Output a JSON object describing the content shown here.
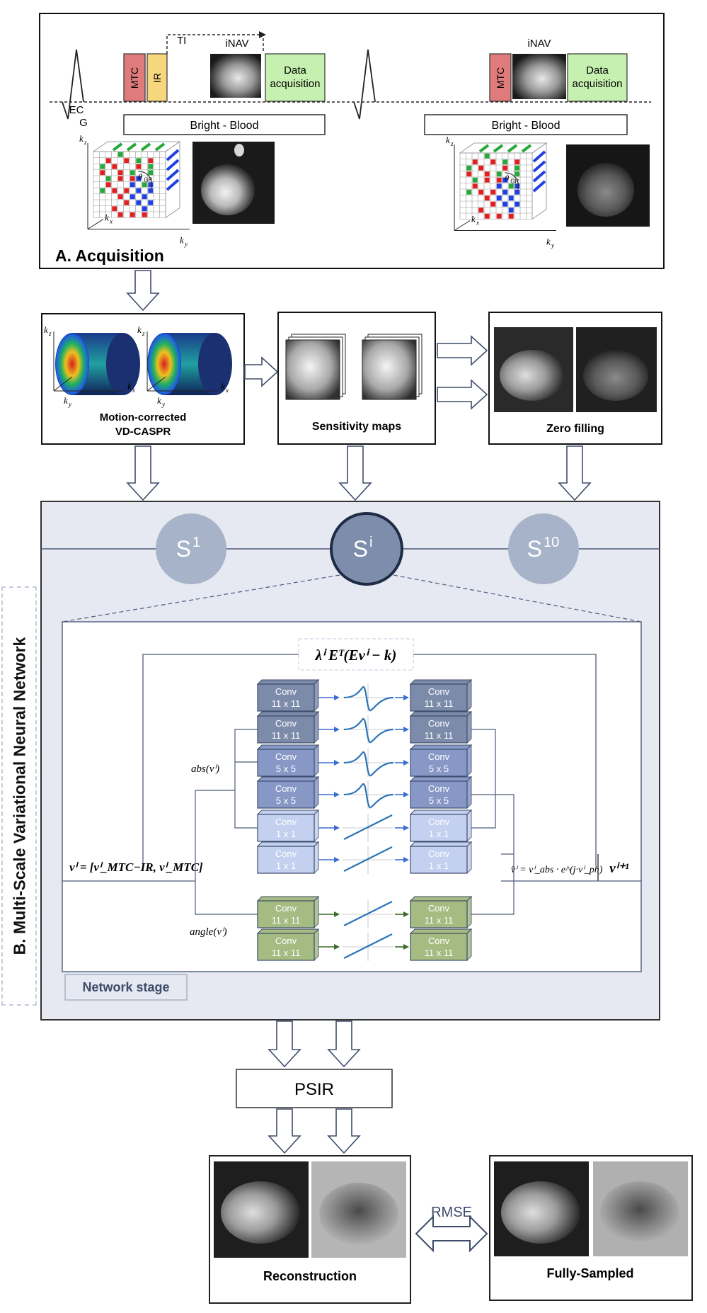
{
  "acquisition": {
    "title": "A. Acquisition",
    "ti_label": "TI",
    "inav_label": "iNAV",
    "inav_label_right": "iNAV",
    "mtc": "MTC",
    "ir": "IR",
    "mtc_right": "MTC",
    "data_acq_line1": "Data",
    "data_acq_line2": "acquisition",
    "data_acq_right_line1": "Data",
    "data_acq_right_line2": "acquisition",
    "ecg_line1": "EC",
    "ecg_line2": "G",
    "bright_blood": "Bright - Blood",
    "bright_blood_right": "Bright - Blood",
    "axis_kz": "k",
    "axis_kx": "k",
    "axis_ky": "k",
    "theta": "θ",
    "theta_sub": "GR",
    "colors": {
      "mtc": "#e07b7b",
      "ir": "#f7d77e",
      "data": "#c6f0b0",
      "red": "#e02020",
      "green": "#27a83a",
      "blue": "#2040e0"
    }
  },
  "inputs": {
    "motion_line1": "Motion-corrected",
    "motion_line2": "VD-CASPR",
    "sensitivity": "Sensitivity maps",
    "zero_filling": "Zero filling"
  },
  "network": {
    "vertical_title": "B. Multi-Scale  Variational Neural Network",
    "stage_s1": "S",
    "stage_s1_sup": "1",
    "stage_si": "S",
    "stage_si_sup": "i",
    "stage_s10": "S",
    "stage_s10_sup": "10",
    "network_stage_label": "Network stage",
    "formula_top": "λⁱ Eᵀ(Evⁱ − k)",
    "formula_input": "vⁱ = [vⁱ_MTC−IR, vⁱ_MTC]",
    "abs_label": "abs(vⁱ)",
    "angle_label": "angle(vⁱ)",
    "formula_recon": "v̂ⁱ = vⁱ_abs · e^(j·vⁱ_ph)",
    "formula_next": "vⁱ⁺¹",
    "conv_rows": [
      {
        "l1": "Conv",
        "l2": "11 x 11",
        "r1": "Conv",
        "r2": "11 x 11",
        "act": "rbf"
      },
      {
        "l1": "Conv",
        "l2": "11 x 11",
        "r1": "Conv",
        "r2": "11 x 11",
        "act": "rbf"
      },
      {
        "l1": "Conv",
        "l2": "5 x 5",
        "r1": "Conv",
        "r2": "5 x 5",
        "act": "rbf"
      },
      {
        "l1": "Conv",
        "l2": "5 x 5",
        "r1": "Conv",
        "r2": "5 x 5",
        "act": "rbf"
      },
      {
        "l1": "Conv",
        "l2": "1 x 1",
        "r1": "Conv",
        "r2": "1 x 1",
        "act": "linear"
      },
      {
        "l1": "Conv",
        "l2": "1 x 1",
        "r1": "Conv",
        "r2": "1 x 1",
        "act": "linear"
      },
      {
        "l1": "Conv",
        "l2": "11 x 11",
        "r1": "Conv",
        "r2": "11 x 11",
        "act": "linear"
      },
      {
        "l1": "Conv",
        "l2": "11 x 11",
        "r1": "Conv",
        "r2": "11 x 11",
        "act": "linear"
      }
    ],
    "colors": {
      "panel": "#e6e9f2",
      "circle": "#a7b3c9",
      "circle_dark": "#7d8dab",
      "conv_dark": "#7d8bab",
      "conv_mid": "#8798c7",
      "conv_light": "#c3d0ef",
      "conv_green": "#a4bb82"
    }
  },
  "output": {
    "psir": "PSIR",
    "reconstruction": "Reconstruction",
    "fully_sampled": "Fully-Sampled",
    "rmse": "RMSE"
  }
}
